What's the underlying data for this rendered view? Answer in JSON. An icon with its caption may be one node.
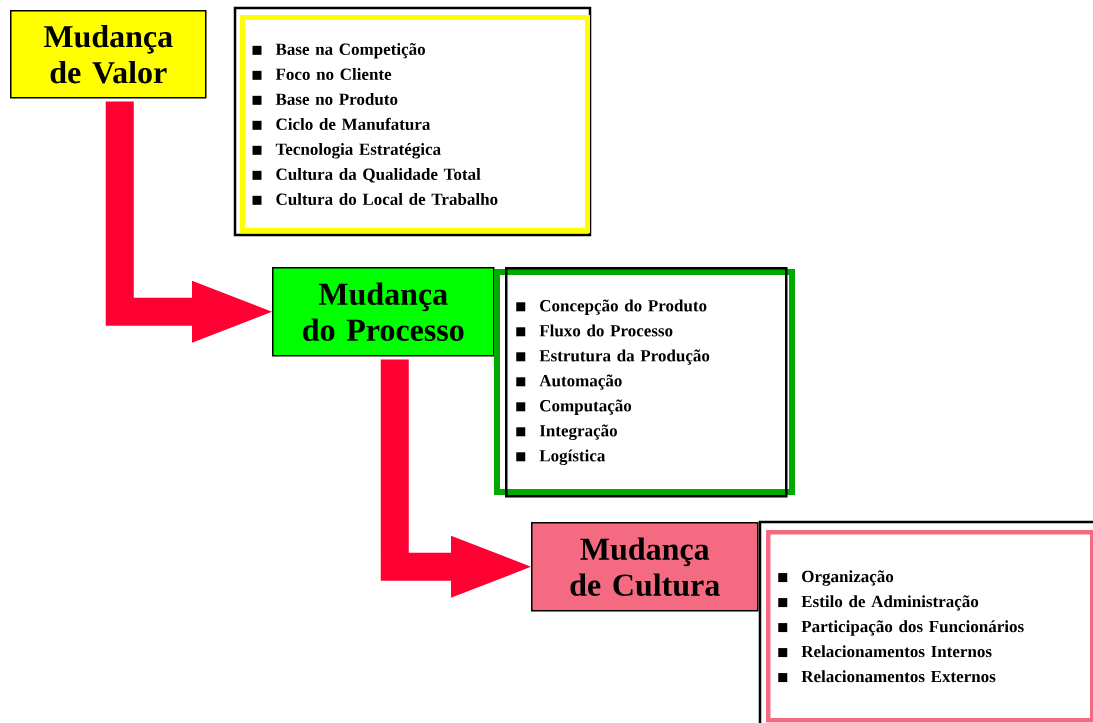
{
  "diagram": {
    "nodes": [
      {
        "text": [
          "Mudança de Valor"
        ]
      },
      {
        "text": [
          "Base na Competição",
          "Foco no Cliente",
          "Base no Produto",
          "Ciclo de Manufatura",
          "Tecnologia Estratégica",
          "Cultura da Qualidade Total",
          "Cultura do Local de Trabalho"
        ]
      },
      {
        "text": [
          "Mudança do Processo"
        ]
      },
      {
        "text": [
          "Concepção do Produto",
          "Fluxo do Processo",
          "Estrutura da Produção",
          "Automação",
          "Computação",
          "Integração",
          "Logística"
        ]
      },
      {
        "text": [
          "Mudança de Cultura"
        ]
      },
      {
        "text": [
          "Organização",
          "Estilo de Administração",
          "Participação dos Funcionários",
          "Relacionamentos Internos",
          "Relacionamentos Externos"
        ]
      }
    ],
    "edges": [
      {
        "from": 0,
        "to": 2,
        "arrow": "to",
        "style": "thick",
        "color": "#ff0033"
      },
      {
        "from": 2,
        "to": 4,
        "arrow": "to",
        "style": "thick",
        "color": "#ff0033"
      }
    ]
  }
}
